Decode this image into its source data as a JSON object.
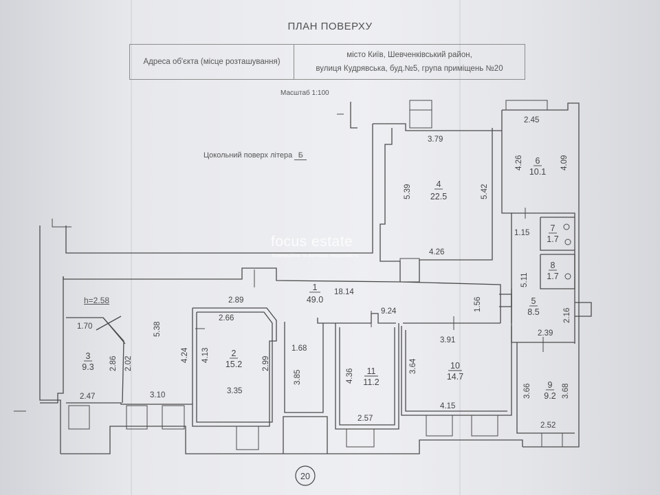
{
  "title": "ПЛАН ПОВЕРХУ",
  "address": {
    "label": "Адреса об'єкта (місце розташування)",
    "line1": "місто Київ, Шевченківський район,",
    "line2": "вулиця Кудрявська, буд.№5, група приміщень №20"
  },
  "scale": "Масштаб 1:100",
  "floor_label": "Цокольний поверх літера",
  "floor_letter": "Б",
  "ceiling_height": "h=2.58",
  "sheet_number": "20",
  "watermark": {
    "brand": "focus estate",
    "tagline": "Комерційна та житлова нерухомість"
  },
  "rooms": [
    {
      "no": "1",
      "area": "49.0"
    },
    {
      "no": "2",
      "area": "15.2"
    },
    {
      "no": "3",
      "area": "9.3"
    },
    {
      "no": "4",
      "area": "22.5"
    },
    {
      "no": "5",
      "area": "8.5"
    },
    {
      "no": "6",
      "area": "10.1"
    },
    {
      "no": "7",
      "area": "1.7"
    },
    {
      "no": "8",
      "area": "1.7"
    },
    {
      "no": "9",
      "area": "9.2"
    },
    {
      "no": "10",
      "area": "14.7"
    },
    {
      "no": "11",
      "area": "11.2"
    }
  ],
  "dimensions": {
    "r4_top": "3.79",
    "r4_left": "5.39",
    "r4_right": "5.42",
    "r4_bottom": "4.26",
    "r6_top": "2.45",
    "r6_left": "4.26",
    "r6_right": "4.09",
    "r7_left": "1.15",
    "r5_left": "5.11",
    "r5_right": "2.16",
    "r5_bottom": "2.39",
    "corridor_top": "18.14",
    "corridor_mid": "9.24",
    "corridor_right": "1.56",
    "r2_top": "2.89",
    "r3_top": "1.70",
    "r3_inner": "2.86",
    "r3_a": "2.02",
    "r3_bottom": "2.47",
    "hall_h": "5.38",
    "hall_bottom": "3.10",
    "r2_inner_top": "2.66",
    "r2_left_outer": "4.24",
    "r2_left": "4.13",
    "r2_right": "2.99",
    "r2_bottom": "3.35",
    "passage_w": "1.68",
    "passage_h": "3.85",
    "r11_left": "4.36",
    "r11_bottom": "2.57",
    "r10_top": "3.91",
    "r10_left": "3.64",
    "r10_bottom": "4.15",
    "r9_left": "3.66",
    "r9_right": "3.68",
    "r9_bottom": "2.52"
  }
}
